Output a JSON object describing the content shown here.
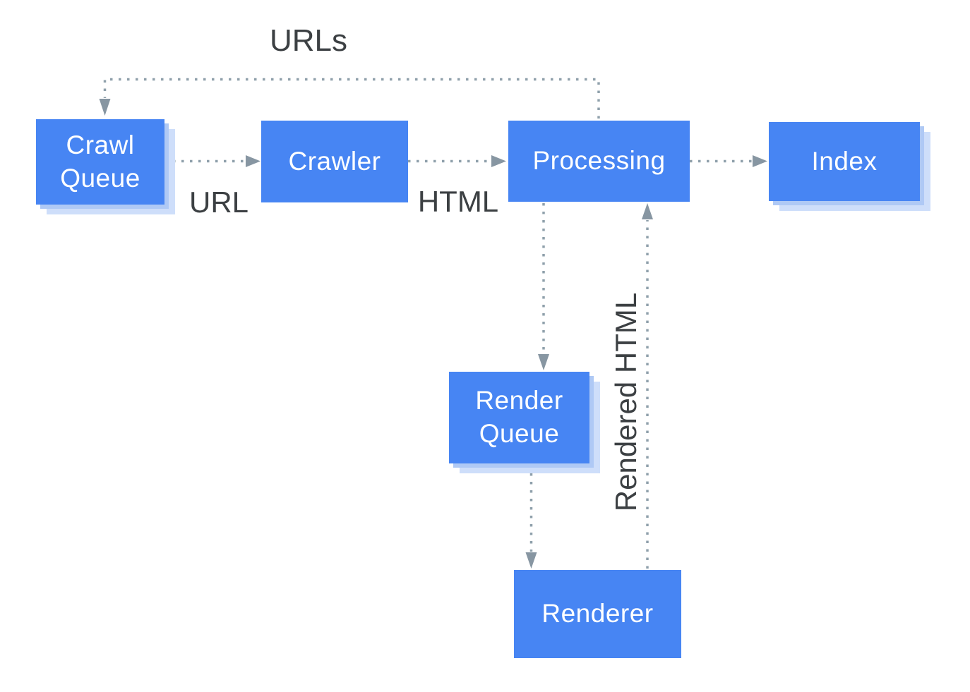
{
  "diagram_type": "flowchart",
  "nodes": [
    {
      "id": "crawl-queue",
      "label": "Crawl\nQueue",
      "shadow": true
    },
    {
      "id": "crawler",
      "label": "Crawler",
      "shadow": false
    },
    {
      "id": "processing",
      "label": "Processing",
      "shadow": false
    },
    {
      "id": "index",
      "label": "Index",
      "shadow": true
    },
    {
      "id": "render-queue",
      "label": "Render\nQueue",
      "shadow": true
    },
    {
      "id": "renderer",
      "label": "Renderer",
      "shadow": false
    }
  ],
  "edges": [
    {
      "from": "crawl-queue",
      "to": "crawler",
      "label": "URL",
      "style": "dotted"
    },
    {
      "from": "crawler",
      "to": "processing",
      "label": "HTML",
      "style": "dotted"
    },
    {
      "from": "processing",
      "to": "index",
      "label": "",
      "style": "dotted"
    },
    {
      "from": "processing",
      "to": "crawl-queue",
      "label": "URLs",
      "style": "dotted"
    },
    {
      "from": "processing",
      "to": "render-queue",
      "label": "",
      "style": "dotted"
    },
    {
      "from": "render-queue",
      "to": "renderer",
      "label": "",
      "style": "dotted"
    },
    {
      "from": "renderer",
      "to": "processing",
      "label": "Rendered HTML",
      "style": "dotted"
    }
  ],
  "labels": {
    "urls": "URLs",
    "url": "URL",
    "html": "HTML",
    "rendered_html": "Rendered HTML"
  },
  "colors": {
    "node_fill": "#4785F3",
    "node_text": "#FFFFFF",
    "node_shadow_mid": "#AFC9F5",
    "node_shadow": "#CEDEFA",
    "connector": "#8FA0AB",
    "arrowhead": "#8796A2",
    "label_text": "#3C4043",
    "background": "#FFFFFF"
  }
}
